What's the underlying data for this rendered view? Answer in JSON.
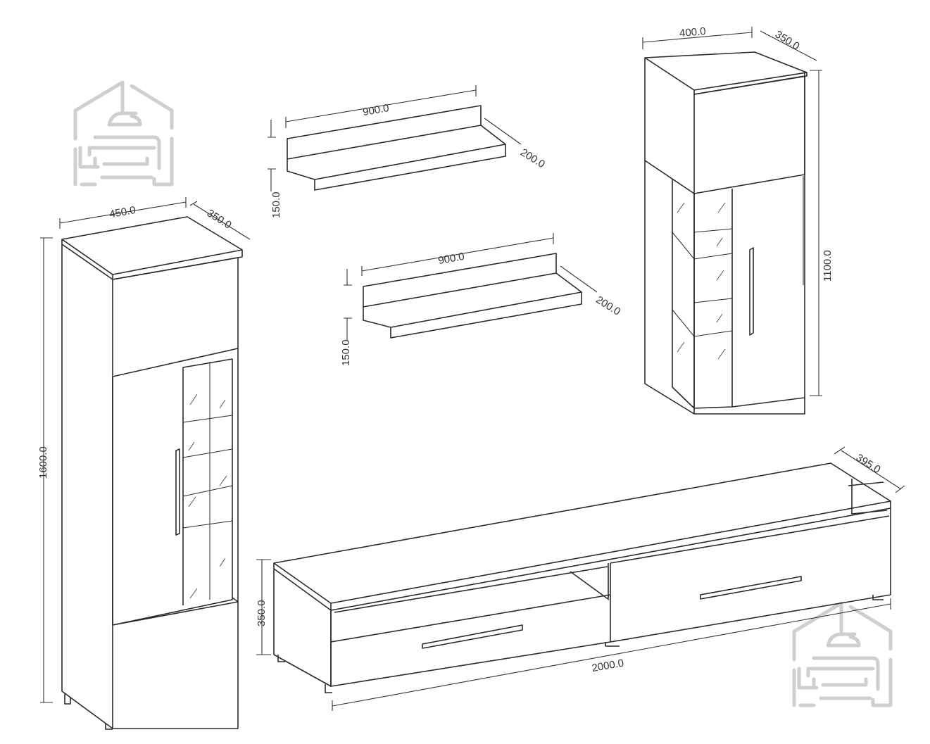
{
  "tall_cabinet": {
    "width": "450.0",
    "depth": "350.0",
    "height": "1600.0"
  },
  "shelf_top": {
    "width": "900.0",
    "depth": "200.0",
    "height": "150.0"
  },
  "shelf_bottom": {
    "width": "900.0",
    "depth": "200.0",
    "height": "150.0"
  },
  "small_cabinet": {
    "width": "400.0",
    "depth": "350.0",
    "height": "1100.0"
  },
  "tv_stand": {
    "width": "2000.0",
    "depth": "395.0",
    "height": "350.0"
  },
  "logo_icon": "house-sofa-lamp-icon"
}
